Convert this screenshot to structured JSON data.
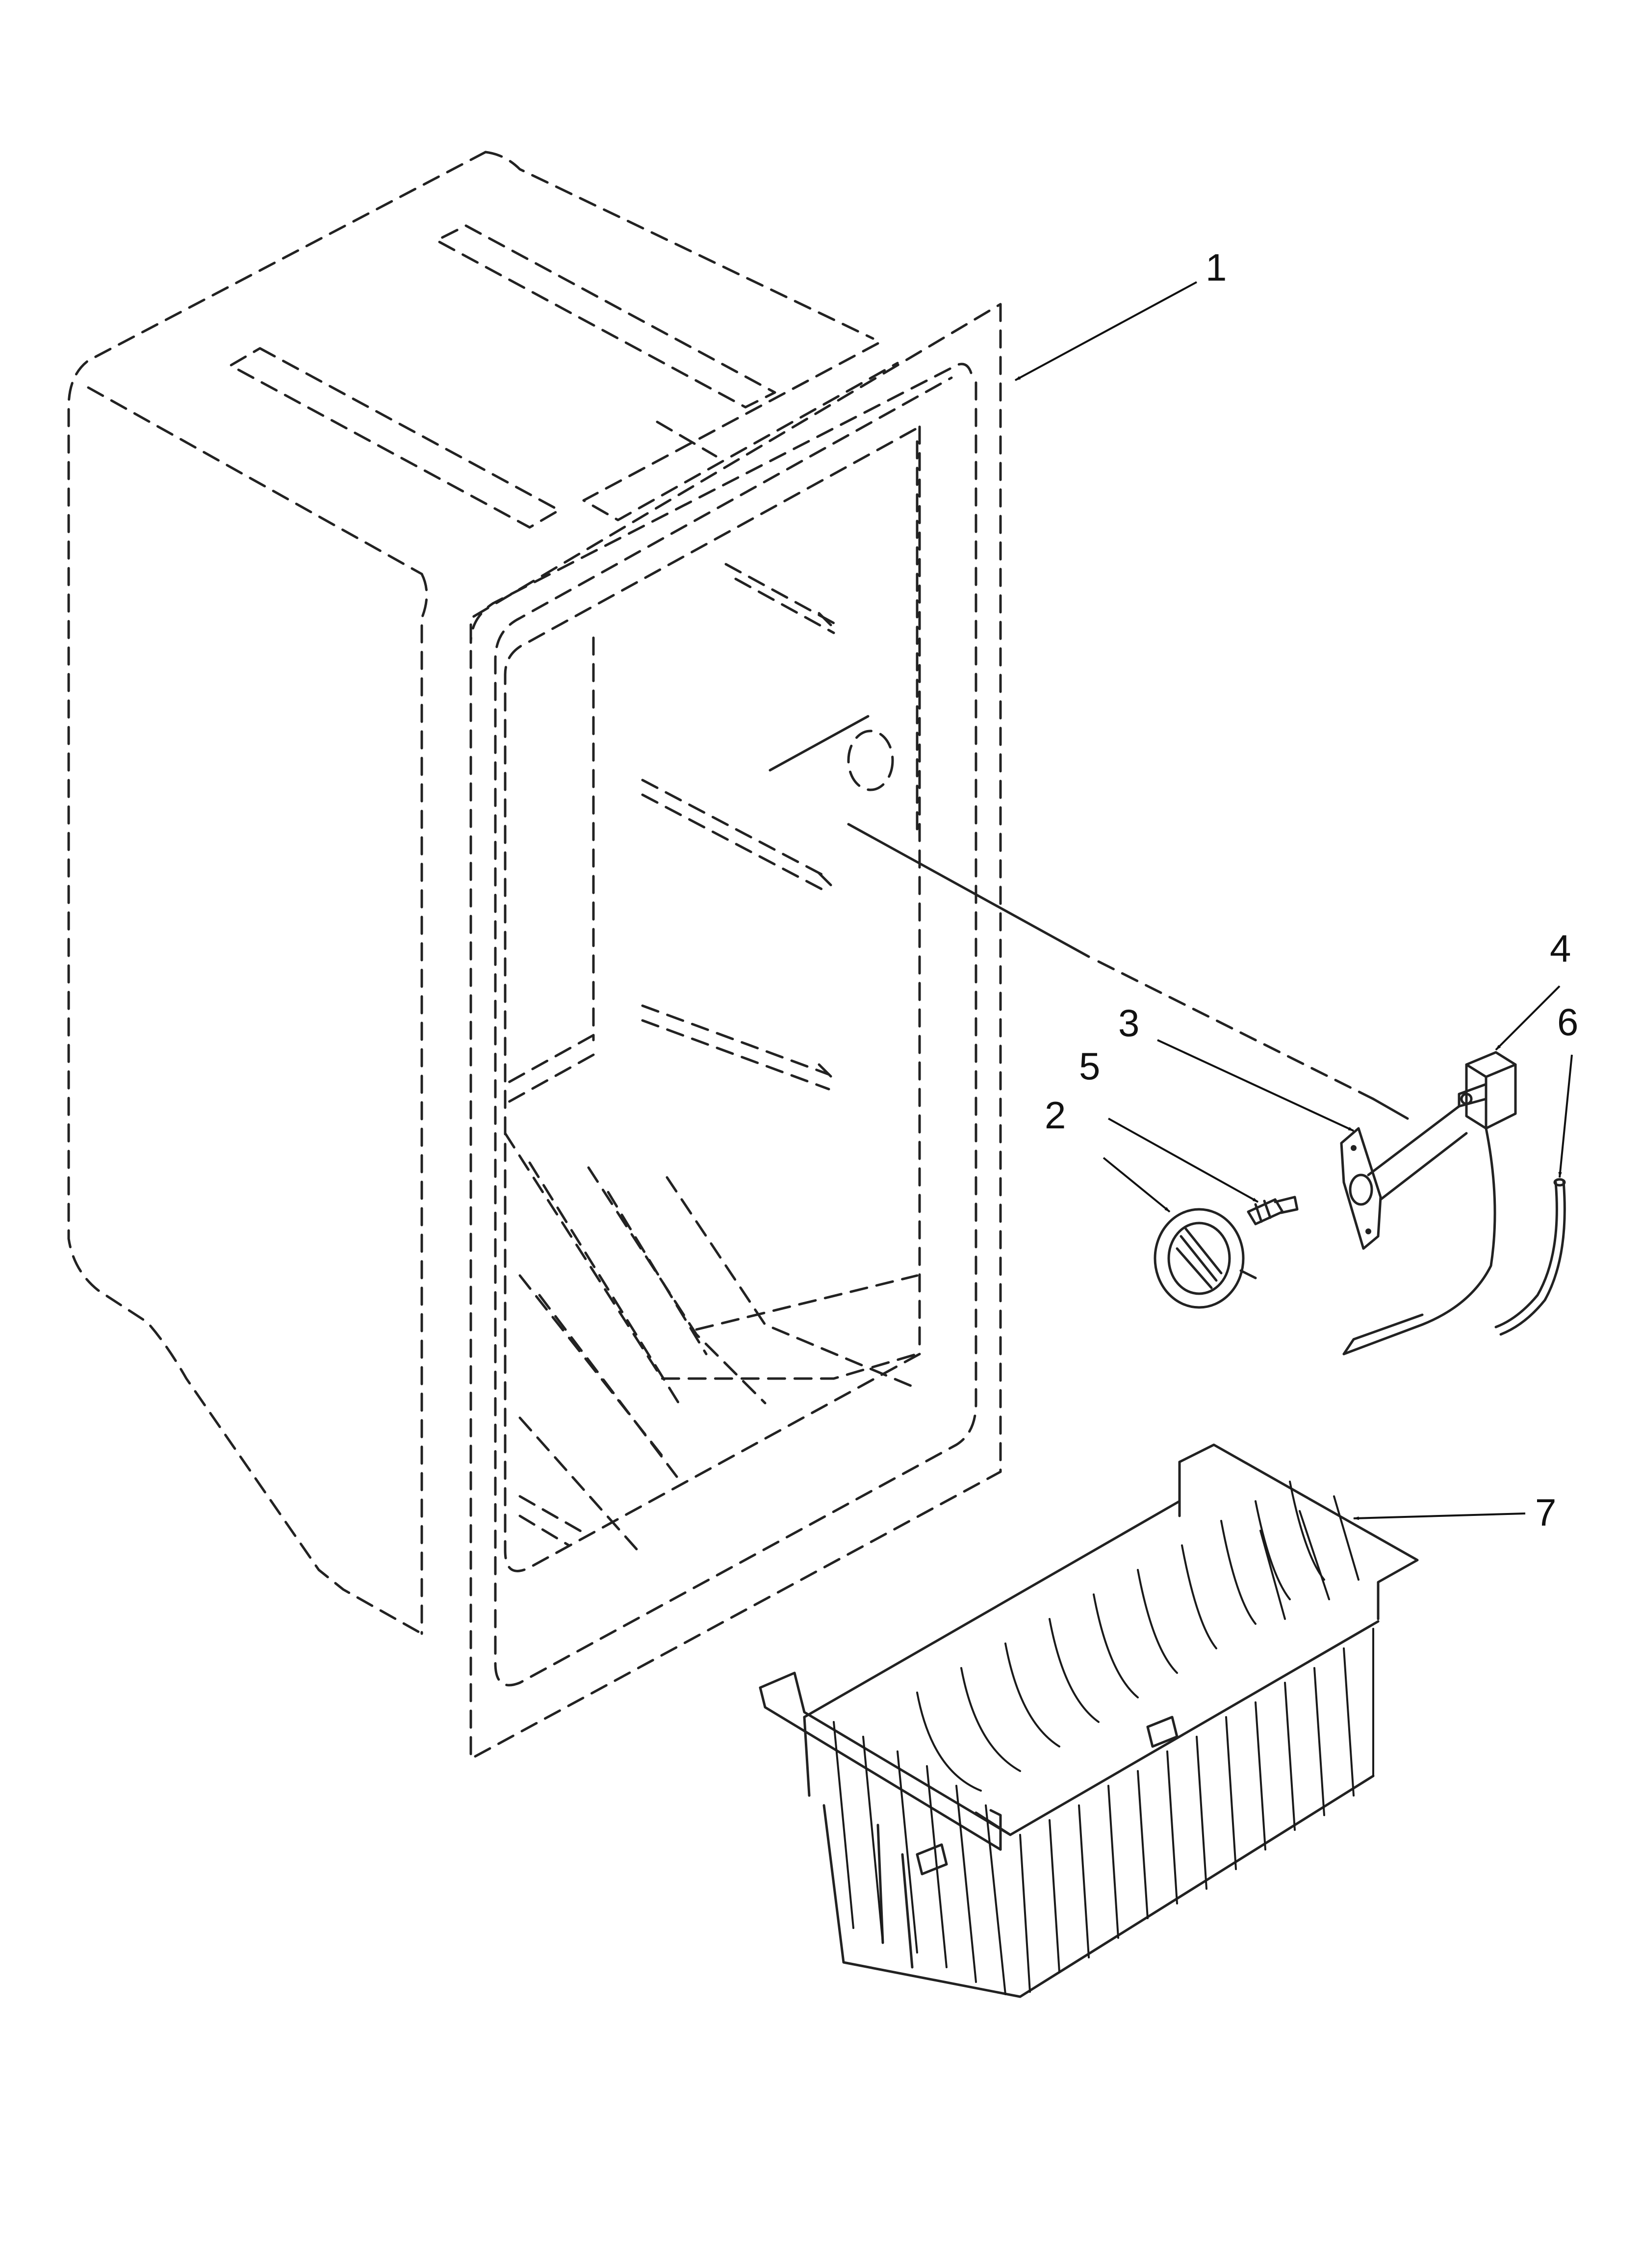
{
  "diagram": {
    "type": "exploded-parts-diagram",
    "callouts": [
      {
        "id": "1",
        "label": "1"
      },
      {
        "id": "2",
        "label": "2"
      },
      {
        "id": "3",
        "label": "3"
      },
      {
        "id": "4",
        "label": "4"
      },
      {
        "id": "5",
        "label": "5"
      },
      {
        "id": "6",
        "label": "6"
      },
      {
        "id": "7",
        "label": "7"
      }
    ]
  }
}
